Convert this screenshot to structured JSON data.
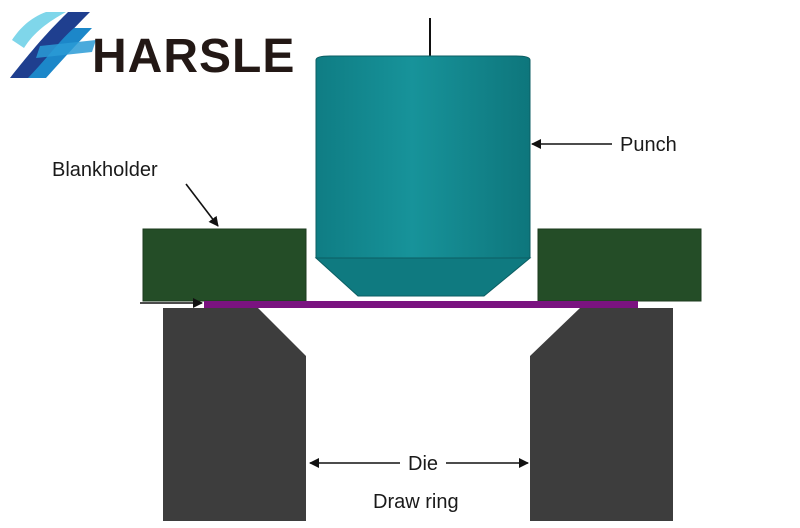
{
  "logo": {
    "text": "HARSLE",
    "text_color": "#231815",
    "mark_colors": [
      "#7fd6ea",
      "#1c87c9",
      "#1f3f8f"
    ]
  },
  "labels": {
    "punch": "Punch",
    "blankholder": "Blankholder",
    "die": "Die",
    "draw_ring": "Draw ring"
  },
  "colors": {
    "punch_body": "#13868d",
    "punch_nose": "#0f7a80",
    "blankholder": "#244d27",
    "die": "#3d3d3d",
    "sheet": "#7a1380",
    "arrow": "#111111"
  }
}
